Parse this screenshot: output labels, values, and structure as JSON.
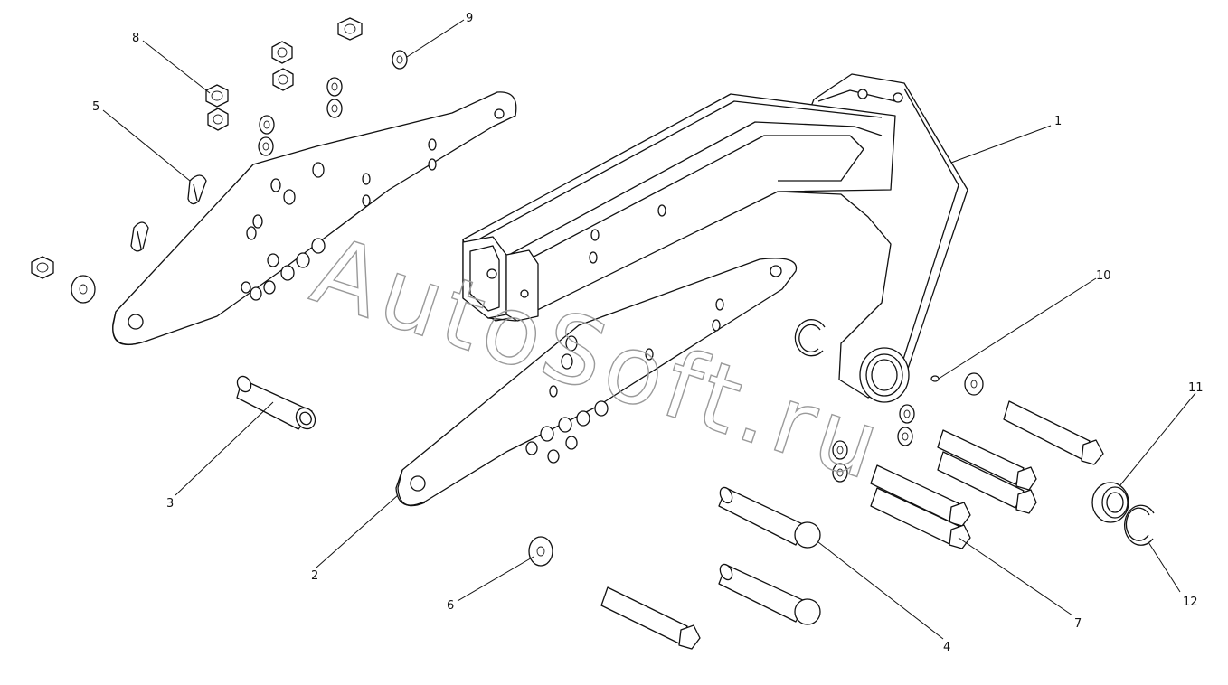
{
  "watermark": "AutoSoft.ru",
  "callouts": [
    {
      "id": "1",
      "label": "1"
    },
    {
      "id": "2",
      "label": "2"
    },
    {
      "id": "3",
      "label": "3"
    },
    {
      "id": "4",
      "label": "4"
    },
    {
      "id": "5",
      "label": "5"
    },
    {
      "id": "6",
      "label": "6"
    },
    {
      "id": "7",
      "label": "7"
    },
    {
      "id": "8",
      "label": "8"
    },
    {
      "id": "9",
      "label": "9"
    },
    {
      "id": "10",
      "label": "10"
    },
    {
      "id": "11",
      "label": "11"
    },
    {
      "id": "12",
      "label": "12"
    }
  ]
}
